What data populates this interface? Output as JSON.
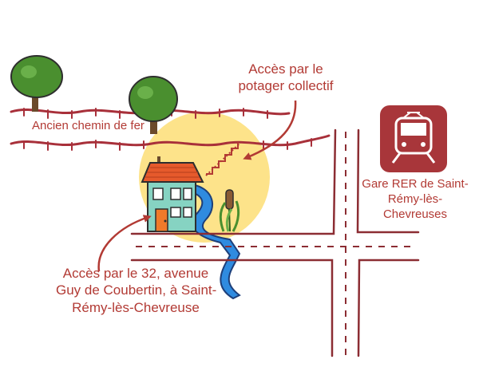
{
  "labels": {
    "old_railway": "Ancien chemin de fer",
    "garden_access": [
      "Accès par le",
      "potager collectif"
    ],
    "street_access": [
      "Accès par le 32, avenue",
      "Guy de Coubertin, à Saint-",
      "Rémy-lès-Chevreuse"
    ],
    "rer_station": [
      "Gare RER de Saint-",
      "Rémy-lès-",
      "Chevreuses"
    ]
  },
  "icons": {
    "train": "train-icon",
    "house": "house-icon",
    "tree": "tree-icon",
    "stairs": "stairs-icon",
    "stream": "stream-icon",
    "cattail": "cattail-icon",
    "arrow": "arrow-icon"
  },
  "colors": {
    "accent": "#b23a34",
    "sun": "#fde38a",
    "house_wall": "#86d3c2",
    "roof": "#e65a2c",
    "door": "#f07a2a",
    "stream": "#2f8be0",
    "tree": "#4a8f2f",
    "trunk": "#6b4a2b",
    "road": "#8c2d33"
  }
}
